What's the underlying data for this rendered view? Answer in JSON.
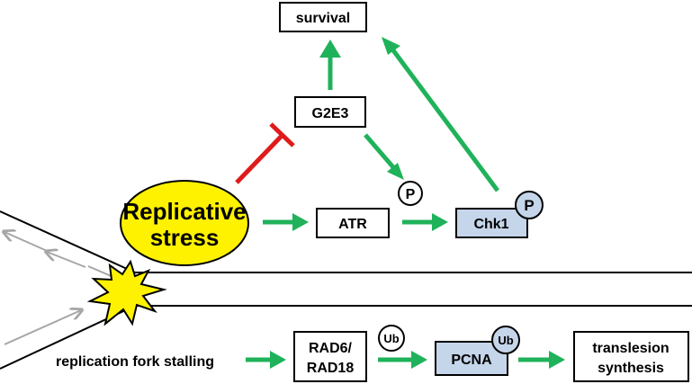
{
  "nodes": {
    "survival": "survival",
    "g2e3": "G2E3",
    "replicative_stress_line1": "Replicative",
    "replicative_stress_line2": "stress",
    "atr": "ATR",
    "chk1": "Chk1",
    "fork_stalling": "replication fork stalling",
    "rad6_line1": "RAD6/",
    "rad6_line2": "RAD18",
    "pcna": "PCNA",
    "translesion_line1": "translesion",
    "translesion_line2": "synthesis"
  },
  "modifications": {
    "phospho": "P",
    "ubiquitin": "Ub"
  },
  "colors": {
    "activation_arrow": "#1fb25a",
    "inhibition": "#e01b1b",
    "stress_ellipse": "#fff200",
    "protein_box": "#c5d5ea",
    "dna_arrow": "#a6a6a6"
  }
}
